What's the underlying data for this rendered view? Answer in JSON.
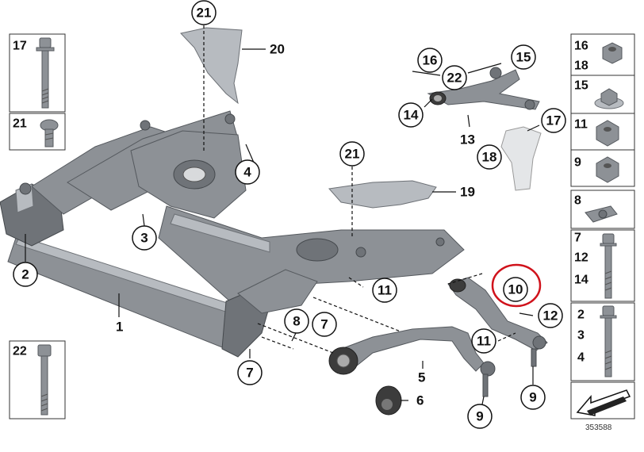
{
  "callouts": {
    "c21_top": "21",
    "c20": "20",
    "c4": "4",
    "c3": "3",
    "c2": "2",
    "c1": "1",
    "c21_mid": "21",
    "c19": "19",
    "c16": "16",
    "c15": "15",
    "c22_arm": "22",
    "c14": "14",
    "c13": "13",
    "c17_arm": "17",
    "c18_arm": "18",
    "c11_a": "11",
    "c11_b": "11",
    "c10": "10",
    "c12": "12",
    "c8": "8",
    "c7_a": "7",
    "c7_b": "7",
    "c5": "5",
    "c6": "6",
    "c9_a": "9",
    "c9_b": "9"
  },
  "left_panels": {
    "p17": "17",
    "p21": "21",
    "p22": "22"
  },
  "right_panels": {
    "p16": "16",
    "p18": "18",
    "p15": "15",
    "p11": "11",
    "p9": "9",
    "p8": "8",
    "p7": "7",
    "p12": "12",
    "p14": "14",
    "p2": "2",
    "p3": "3",
    "p4": "4"
  },
  "catalog_number": "353588",
  "highlight_color": "#d0121b"
}
